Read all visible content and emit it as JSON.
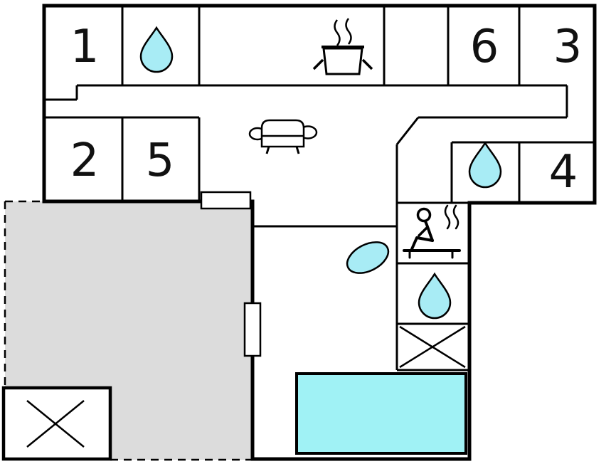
{
  "floorplan": {
    "colors": {
      "wall": "#000000",
      "ink": "#111111",
      "water": "#a8ecf5",
      "pool": "#a0f2f5",
      "terrace": "#dcdcdc",
      "background": "#ffffff"
    },
    "rooms": [
      {
        "label": "1"
      },
      {
        "label": "2"
      },
      {
        "label": "5"
      },
      {
        "label": "6"
      },
      {
        "label": "3"
      },
      {
        "label": "4"
      }
    ],
    "features": [
      "water-drop-icon",
      "stove-icon",
      "sofa-icon",
      "sauna-icon",
      "bathtub-icon",
      "swimming-pool",
      "terrace",
      "cross-marker",
      "door-marker",
      "corridor"
    ]
  }
}
